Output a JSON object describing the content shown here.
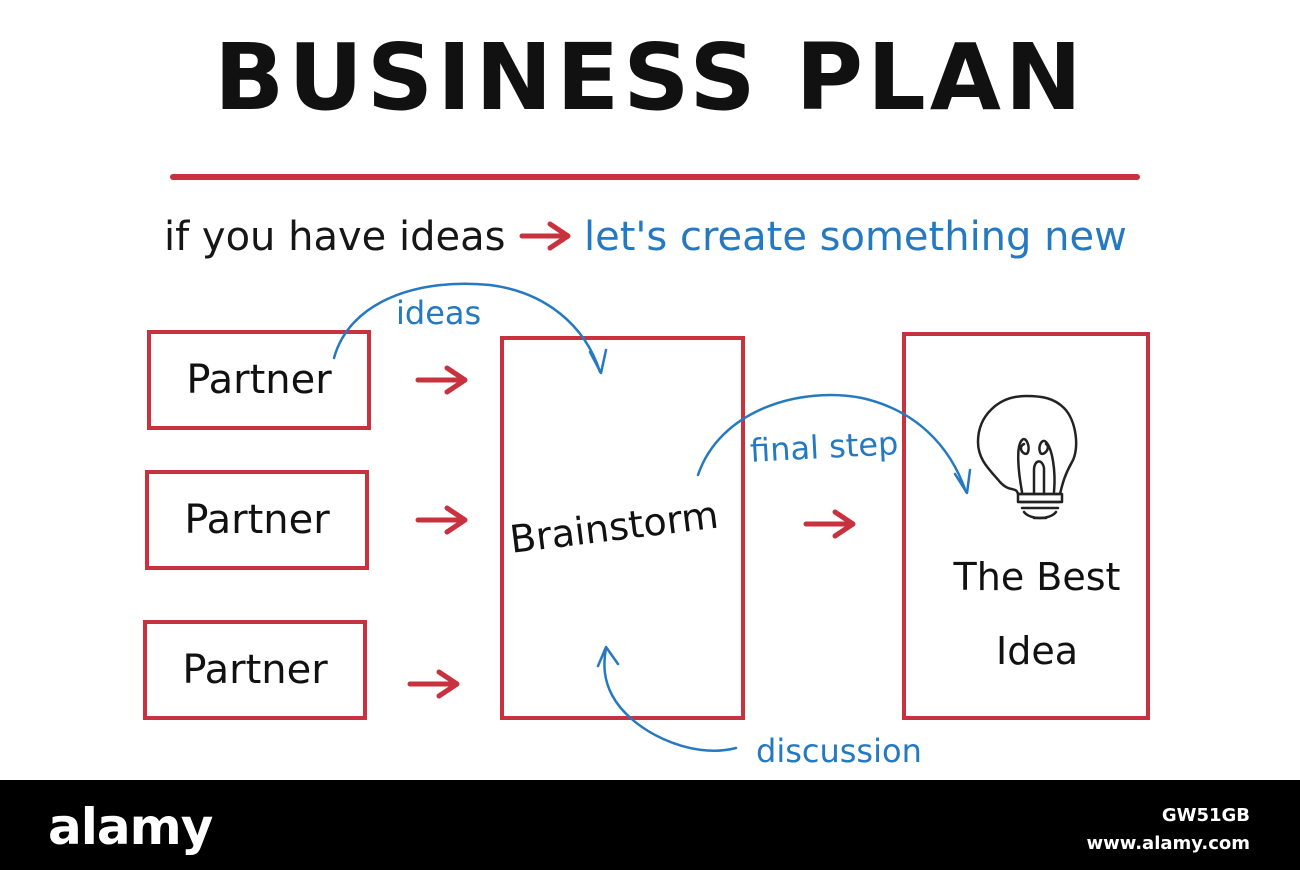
{
  "title": "BUSINESS PLAN",
  "tagline": {
    "left": "if you have ideas",
    "right": "let's create something new"
  },
  "nodes": {
    "partners": [
      "Partner",
      "Partner",
      "Partner"
    ],
    "center": "Brainstorm",
    "result": "The Best Idea"
  },
  "annotations": {
    "ideas": "ideas",
    "final_step": "final step",
    "discussion": "discussion"
  },
  "colors": {
    "box_border": "#c8323e",
    "arrow_red": "#c8323e",
    "annotation_blue": "#2479c1",
    "text": "#111111"
  },
  "icons": [
    "arrow-right-icon",
    "curved-arrow-icon",
    "lightbulb-icon"
  ],
  "watermark": {
    "logo": "alamy",
    "image_id": "GW51GB",
    "url": "www.alamy.com"
  }
}
